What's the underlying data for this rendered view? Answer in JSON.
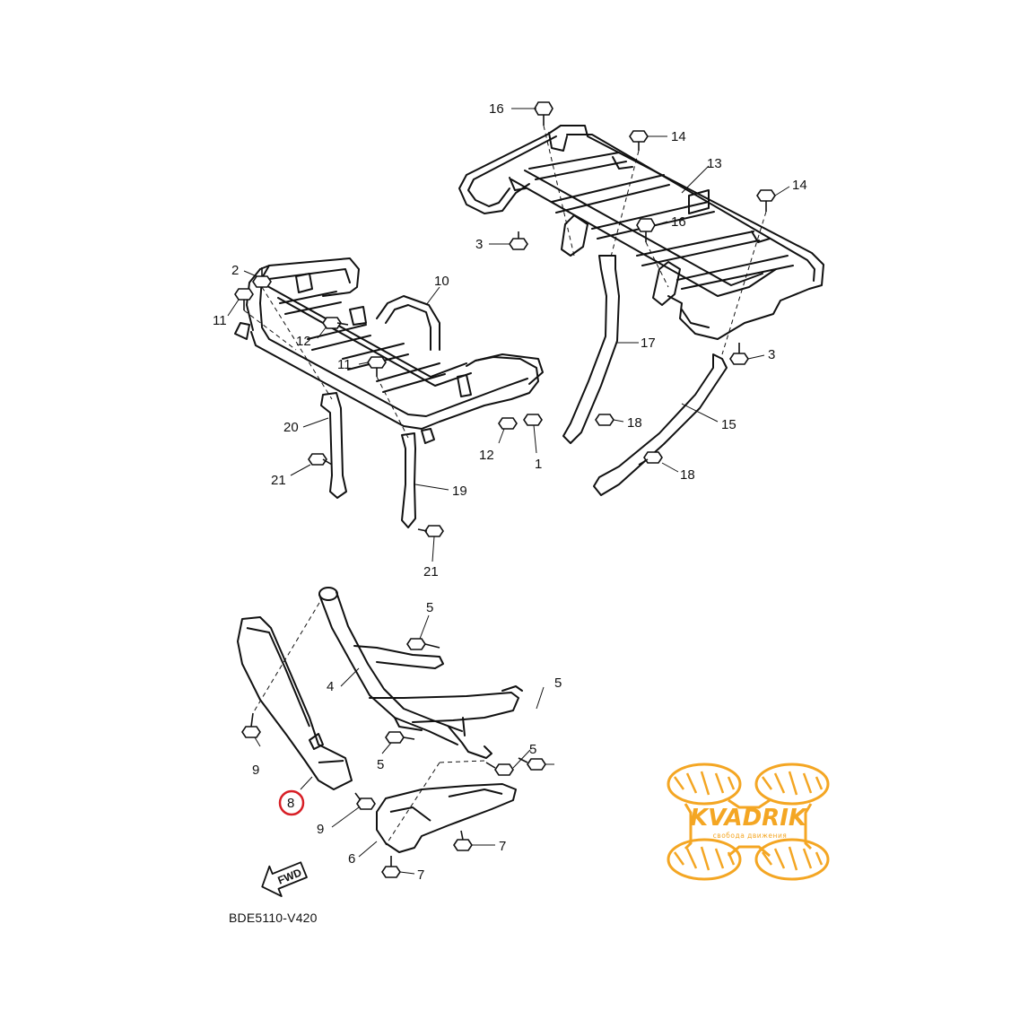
{
  "diagram": {
    "code": "BDE5110-V420",
    "fwd_label": "FWD",
    "highlight_color": "#d81f26",
    "line_color": "#111111"
  },
  "callouts": [
    {
      "id": "c16a",
      "label": "16"
    },
    {
      "id": "c14a",
      "label": "14"
    },
    {
      "id": "c13",
      "label": "13"
    },
    {
      "id": "c14b",
      "label": "14"
    },
    {
      "id": "c16b",
      "label": "16"
    },
    {
      "id": "c3a",
      "label": "3"
    },
    {
      "id": "c2",
      "label": "2"
    },
    {
      "id": "c10",
      "label": "10"
    },
    {
      "id": "c11a",
      "label": "11"
    },
    {
      "id": "c12a",
      "label": "12"
    },
    {
      "id": "c11b",
      "label": "11"
    },
    {
      "id": "c17",
      "label": "17"
    },
    {
      "id": "c3b",
      "label": "3"
    },
    {
      "id": "c20",
      "label": "20"
    },
    {
      "id": "c12b",
      "label": "12"
    },
    {
      "id": "c1",
      "label": "1"
    },
    {
      "id": "c18a",
      "label": "18"
    },
    {
      "id": "c15",
      "label": "15"
    },
    {
      "id": "c21a",
      "label": "21"
    },
    {
      "id": "c19",
      "label": "19"
    },
    {
      "id": "c18b",
      "label": "18"
    },
    {
      "id": "c21b",
      "label": "21"
    },
    {
      "id": "c5a",
      "label": "5"
    },
    {
      "id": "c4",
      "label": "4"
    },
    {
      "id": "c5b",
      "label": "5"
    },
    {
      "id": "c9a",
      "label": "9"
    },
    {
      "id": "c5c",
      "label": "5"
    },
    {
      "id": "c5d",
      "label": "5"
    },
    {
      "id": "c8",
      "label": "8",
      "highlighted": true
    },
    {
      "id": "c9b",
      "label": "9"
    },
    {
      "id": "c7a",
      "label": "7"
    },
    {
      "id": "c6",
      "label": "6"
    },
    {
      "id": "c7b",
      "label": "7"
    }
  ],
  "watermark": {
    "brand": "KVADRIK",
    "tagline": "свобода движения",
    "color": "#f4a623"
  }
}
